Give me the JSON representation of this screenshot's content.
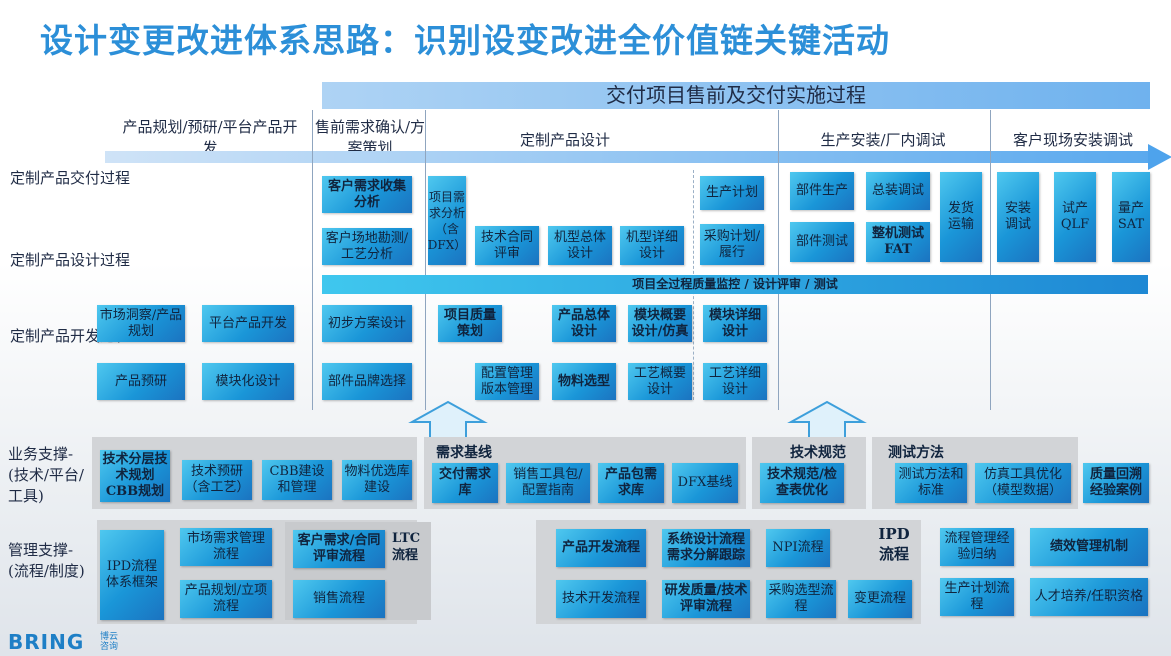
{
  "title": "设计变更改进体系思路：识别设变改进全价值链关键活动",
  "banner": "交付项目售前及交付实施过程",
  "phases": {
    "planning": "产品规划/预研/平台产品开发",
    "presale": "售前需求确认/方案策划",
    "custom_design": "定制产品设计",
    "production": "生产安装/厂内调试",
    "onsite": "客户现场安装调试"
  },
  "rows": {
    "delivery": "定制产品交付过程",
    "design": "定制产品设计过程",
    "development": "定制产品开发过程",
    "business": "业务支撑-(技术/平台/工具)",
    "management": "管理支撑-(流程/制度)"
  },
  "quality_bar": "项目全过程质量监控 / 设计评审 / 测试",
  "boxes": {
    "customer_req_analysis": "客户需求收集分析",
    "site_survey": "客户场地勘测/工艺分析",
    "project_req_analysis": "项目需求分析（含DFX）",
    "contract_review": "技术合同评审",
    "machine_overall_design": "机型总体设计",
    "machine_detail_design": "机型详细设计",
    "production_plan": "生产计划",
    "purchase_plan": "采购计划/履行",
    "part_production": "部件生产",
    "part_test": "部件测试",
    "assembly_test": "总装调试",
    "machine_test_fat": "整机测试FAT",
    "shipping": "发货运输",
    "install_debug": "安装调试",
    "trial_qlf": "试产QLF",
    "mass_sat": "量产SAT",
    "market_insight": "市场洞察/产品规划",
    "platform_dev": "平台产品开发",
    "product_research": "产品预研",
    "modular_design": "模块化设计",
    "preliminary_plan": "初步方案设计",
    "part_brand": "部件品牌选择",
    "quality_plan": "项目质量策划",
    "config_mgmt": "配置管理版本管理",
    "product_overall_design": "产品总体设计",
    "material_selection": "物料选型",
    "module_outline": "模块概要设计/仿真",
    "process_outline": "工艺概要设计",
    "module_detail": "模块详细设计",
    "process_detail": "工艺详细设计",
    "tech_layer": "技术分层技术规划CBB规划",
    "tech_research": "技术预研（含工艺）",
    "cbb_build": "CBB建设和管理",
    "material_lib": "物料优选库建设",
    "delivery_req_lib": "交付需求库",
    "sales_tool": "销售工具包/配置指南",
    "product_req_lib": "产品包需求库",
    "dfx_baseline": "DFX基线",
    "tech_spec_list": "技术规范/检查表优化",
    "test_method_std": "测试方法和标准",
    "sim_tool": "仿真工具优化（模型数据）",
    "quality_case": "质量回溯经验案例",
    "ipd_framework": "IPD流程体系框架",
    "market_req_flow": "市场需求管理流程",
    "product_plan_flow": "产品规划/立项流程",
    "customer_contract": "客户需求/合同评审流程",
    "sales_flow": "销售流程",
    "product_dev_flow": "产品开发流程",
    "sys_design_flow": "系统设计流程需求分解跟踪",
    "npi_flow": "NPI流程",
    "tech_dev_flow": "技术开发流程",
    "rd_quality_flow": "研发质量/技术评审流程",
    "purchase_flow": "采购选型流程",
    "change_flow": "变更流程",
    "flow_mgmt": "流程管理经验归纳",
    "perf_mgmt": "绩效管理机制",
    "prod_plan_flow": "生产计划流程",
    "talent": "人才培养/任职资格"
  },
  "groups": {
    "req_baseline": "需求基线",
    "tech_spec": "技术规范",
    "test_method": "测试方法",
    "ltc": "LTC流程",
    "ipd": "IPD流程"
  },
  "logo": {
    "brand": "BRING",
    "sub": "博云咨询"
  }
}
